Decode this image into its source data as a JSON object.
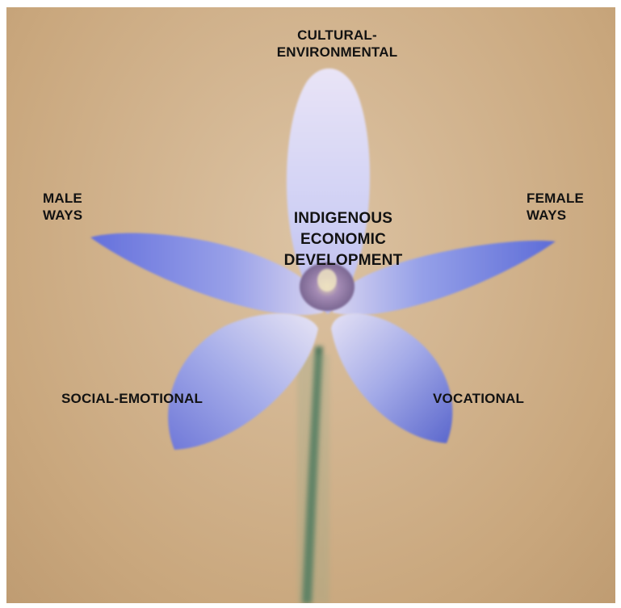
{
  "diagram": {
    "center": {
      "text": "INDIGENOUS\nECONOMIC\nDEVELOPMENT"
    },
    "petals": {
      "top": "CULTURAL-\nENVIRONMENTAL",
      "upper_left": "MALE\nWAYS",
      "upper_right": "FEMALE\nWAYS",
      "lower_left": "SOCIAL-EMOTIONAL",
      "lower_right": "VOCATIONAL"
    }
  },
  "colors": {
    "background": "#d2b48f",
    "petal_light": "#dcd9f2",
    "petal_blue": "#6f78d8",
    "stem": "#3d6e55",
    "center": "#8f7aa6",
    "text": "#121212"
  }
}
